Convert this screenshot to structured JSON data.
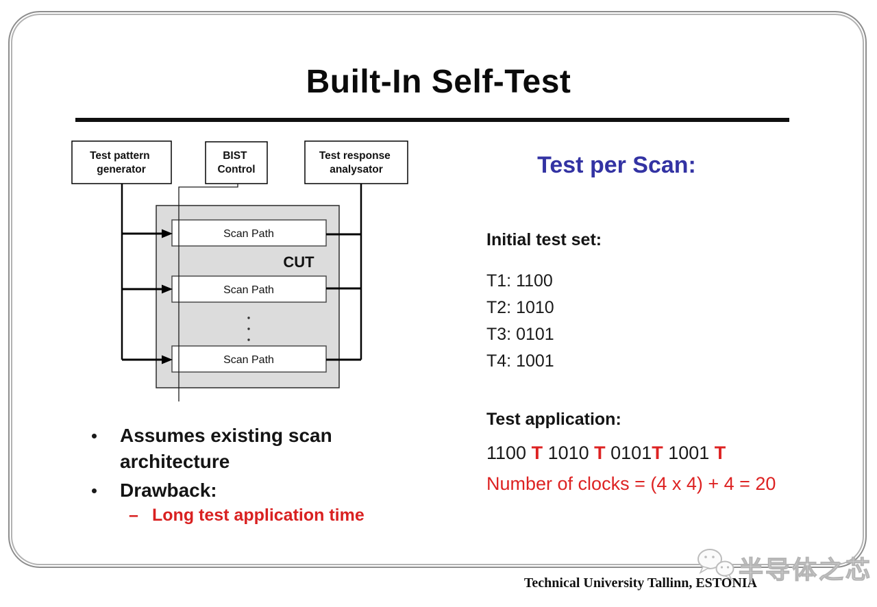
{
  "slide": {
    "title": "Built-In Self-Test",
    "footer": "Technical University Tallinn, ESTONIA",
    "watermark": "半导体之芯",
    "colors": {
      "accent_blue": "#3333a3",
      "accent_red": "#dd2222",
      "cut_fill": "#dcdcdc",
      "frame_gray": "#8d8d8d"
    }
  },
  "diagram": {
    "tpg_lines": [
      "Test pattern",
      "generator"
    ],
    "bist_lines": [
      "BIST",
      "Control"
    ],
    "tra_lines": [
      "Test response",
      "analysator"
    ],
    "scan_path_label": "Scan Path",
    "cut_label": "CUT"
  },
  "bullets": {
    "item1": "Assumes existing scan architecture",
    "item2": "Drawback:",
    "sub_dash": "–",
    "sub_item": "Long test application time"
  },
  "right_panel": {
    "heading": "Test per Scan:",
    "initial_label": "Initial test set:",
    "tests": [
      "T1: 1100",
      "T2: 1010",
      "T3: 0101",
      "T4: 1001"
    ],
    "application_label": "Test application:",
    "sequence": [
      "1100 ",
      "T",
      " 1010 ",
      "T",
      " 0101",
      "T",
      " 1001 ",
      "T"
    ],
    "clocks_line": "Number of clocks = (4 x 4) + 4 = 20"
  }
}
